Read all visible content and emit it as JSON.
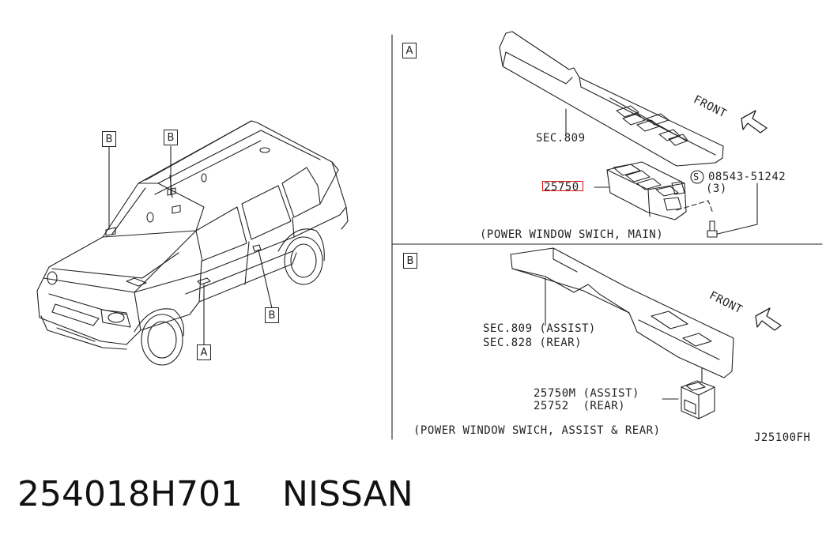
{
  "callouts": {
    "car_b1": "B",
    "car_b2": "B",
    "car_b3": "B",
    "car_a": "A",
    "section_a": "A",
    "section_b": "B"
  },
  "section_a": {
    "sec_ref": "SEC.809",
    "part_number": "25750",
    "screw_symbol": "S",
    "screw_part": "08543-51242",
    "screw_qty": "(3)",
    "front_label": "FRONT",
    "caption": "(POWER WINDOW SWICH, MAIN)"
  },
  "section_b": {
    "sec_ref_1": "SEC.809 (ASSIST)",
    "sec_ref_2": "SEC.828 (REAR)",
    "part_1": "25750M (ASSIST)",
    "part_2": "25752  (REAR)",
    "front_label": "FRONT",
    "caption": "(POWER WINDOW SWICH, ASSIST & REAR)"
  },
  "diagram_code": "J25100FH",
  "footer": {
    "part_number": "254018H701",
    "brand": "NISSAN"
  },
  "highlight_color": "#e01010"
}
